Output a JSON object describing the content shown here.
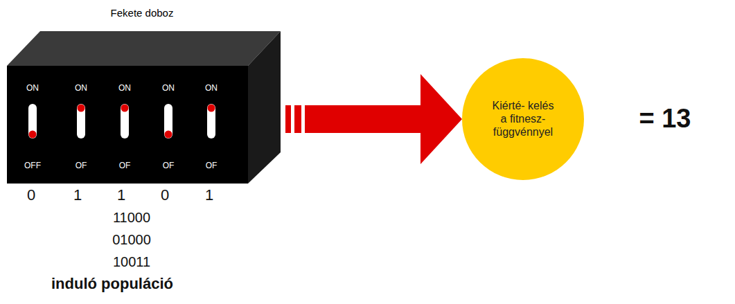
{
  "diagram": {
    "nodes": [
      {
        "text": [
          "Fekete doboz",
          "ON",
          "ON",
          "ON",
          "ON",
          "ON",
          "OFF",
          "OF",
          "OF",
          "OF",
          "OF"
        ]
      },
      {
        "text": [
          "Kiérté- kelés a fitnesz- függvénnyel"
        ]
      }
    ],
    "edges": [
      {
        "from": 0,
        "to": 1,
        "arrow": "to"
      }
    ],
    "labels": [
      "0",
      "1",
      "1",
      "0",
      "1",
      "11000",
      "01000",
      "10011",
      "induló populáció",
      "= 13"
    ]
  }
}
